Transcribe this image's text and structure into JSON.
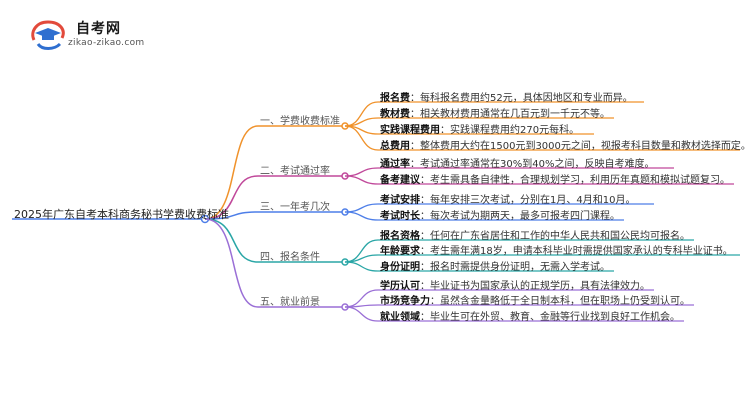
{
  "logo": {
    "name": "自考网",
    "url": "zikao-zikao.com"
  },
  "root": "2025年广东自考本科商务秘书学费收费标准",
  "branches": [
    {
      "label": "一、学费收费标准",
      "color": "#f0922b",
      "items": [
        {
          "key": "报名费",
          "text": "：每科报名费用约52元，具体因地区和专业而异。"
        },
        {
          "key": "教材费",
          "text": "：相关教材费用通常在几百元到一千元不等。"
        },
        {
          "key": "实践课程费用",
          "text": "：实践课程费用约270元每科。"
        },
        {
          "key": "总费用",
          "text": "：整体费用大约在1500元到3000元之间，视报考科目数量和教材选择而定。"
        }
      ]
    },
    {
      "label": "二、考试通过率",
      "color": "#c0489a",
      "items": [
        {
          "key": "通过率",
          "text": "：考试通过率通常在30%到40%之间，反映自考难度。"
        },
        {
          "key": "备考建议",
          "text": "：考生需具备自律性，合理规划学习，利用历年真题和模拟试题复习。"
        }
      ]
    },
    {
      "label": "三、一年考几次",
      "color": "#4d7ee8",
      "items": [
        {
          "key": "考试安排",
          "text": "：每年安排三次考试，分别在1月、4月和10月。"
        },
        {
          "key": "考试时长",
          "text": "：每次考试为期两天，最多可报考四门课程。"
        }
      ]
    },
    {
      "label": "四、报名条件",
      "color": "#2aa6a6",
      "items": [
        {
          "key": "报名资格",
          "text": "：任何在广东省居住和工作的中华人民共和国公民均可报名。"
        },
        {
          "key": "年龄要求",
          "text": "：考生需年满18岁，申请本科毕业时需提供国家承认的专科毕业证书。"
        },
        {
          "key": "身份证明",
          "text": "：报名时需提供身份证明，无需入学考试。"
        }
      ]
    },
    {
      "label": "五、就业前景",
      "color": "#9a6fd6",
      "items": [
        {
          "key": "学历认可",
          "text": "：毕业证书为国家承认的正规学历，具有法律效力。"
        },
        {
          "key": "市场竞争力",
          "text": "：虽然含金量略低于全日制本科，但在职场上仍受到认可。"
        },
        {
          "key": "就业领域",
          "text": "：毕业生可在外贸、教育、金融等行业找到良好工作机会。"
        }
      ]
    }
  ]
}
